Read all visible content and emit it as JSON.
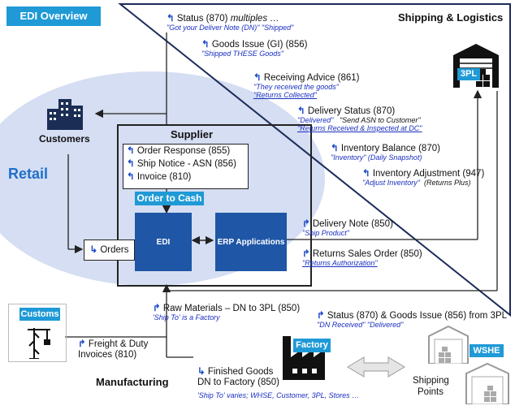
{
  "header": {
    "title": "EDI Overview"
  },
  "regions": {
    "shipping": "Shipping & Logistics",
    "retail": "Retail",
    "customers": "Customers",
    "manufacturing": "Manufacturing"
  },
  "supplier": {
    "title": "Supplier",
    "items": [
      "Order Response (855)",
      "Ship Notice - ASN (856)",
      "Invoice (810)"
    ],
    "order_to_cash": "Order to Cash",
    "edi": "EDI",
    "erp": "ERP Applications",
    "orders": "Orders"
  },
  "logistics_messages": {
    "status": {
      "label": "Status (870)",
      "label_italic": "multiples …",
      "sub": "\"Got your Deliver Note (DN)\"  \"Shipped\""
    },
    "goods_issue": {
      "label": "Goods Issue (GI) (856)",
      "sub": "\"Shipped THESE Goods\""
    },
    "receiving": {
      "label": "Receiving Advice (861)",
      "sub1": "\"They received the goods\"",
      "sub2": "\"Returns Collected\""
    },
    "delivery_status": {
      "label": "Delivery Status (870)",
      "sub1": "\"Delivered\"",
      "sub1b": "\"Send ASN to Customer\"",
      "sub2": "\"Returns Received & Inspected at DC\""
    },
    "inventory_balance": {
      "label": "Inventory Balance (870)",
      "sub": "\"Inventory\" (Daily Snapshot)"
    },
    "inventory_adjustment": {
      "label": "Inventory Adjustment (947)",
      "sub": "\"Adjust Inventory\"",
      "sub_b": "(Returns Plus)"
    },
    "delivery_note": {
      "label": "Delivery Note (850)",
      "sub": "\"Ship Product\""
    },
    "returns_sales_order": {
      "label": "Returns Sales Order (850)",
      "sub": "\"Returns Authorization\""
    }
  },
  "manufacturing_messages": {
    "raw_materials": {
      "label": "Raw Materials – DN to 3PL (850)",
      "sub": "'Ship To' is a Factory"
    },
    "freight": {
      "label1": "Freight & Duty",
      "label2": "Invoices (810)"
    },
    "status_gi": {
      "label": "Status (870) & Goods Issue (856) from 3PL",
      "sub": "\"DN Received\"  \"Delivered\""
    },
    "finished_goods": {
      "label1": "Finished Goods",
      "label2": "DN to Factory (850)",
      "sub": "'Ship To' varies;  WHSE, Customer, 3PL, Stores  …"
    }
  },
  "tags": {
    "customs": "Customs",
    "factory": "Factory",
    "tpl": "3PL",
    "whse": "WSHE"
  },
  "shipping_points": {
    "line1": "Shipping",
    "line2": "Points"
  },
  "icons": {
    "arrow": "curved-arrow-icon",
    "customers": "buildings-icon",
    "customs": "crane-icon",
    "factory": "factory-icon",
    "warehouse": "warehouse-icon"
  },
  "colors": {
    "accent": "#1f9ad6",
    "edi_blue": "#1f56a6",
    "sub_text": "#1a2fbf",
    "ellipse": "#d5def2"
  }
}
